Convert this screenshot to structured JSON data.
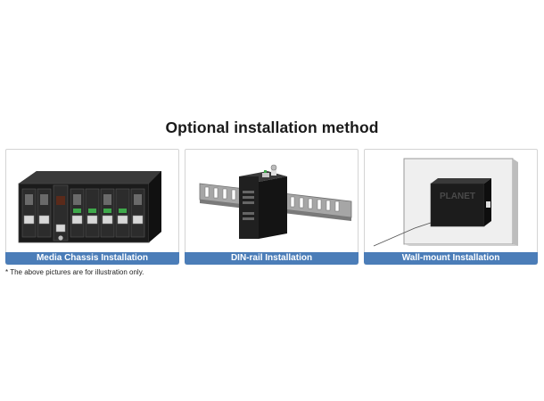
{
  "title": "Optional installation method",
  "panels": [
    {
      "caption": "Media Chassis Installation",
      "image": "media-chassis-image"
    },
    {
      "caption": "DIN-rail Installation",
      "image": "din-rail-image"
    },
    {
      "caption": "Wall-mount Installation",
      "image": "wall-mount-image"
    }
  ],
  "device_label": "PLANET",
  "note": "* The above pictures are for illustration only.",
  "colors": {
    "caption_bg": "#4b7db8",
    "device": "#1c1c1c",
    "rail": "#8c8c8c"
  }
}
